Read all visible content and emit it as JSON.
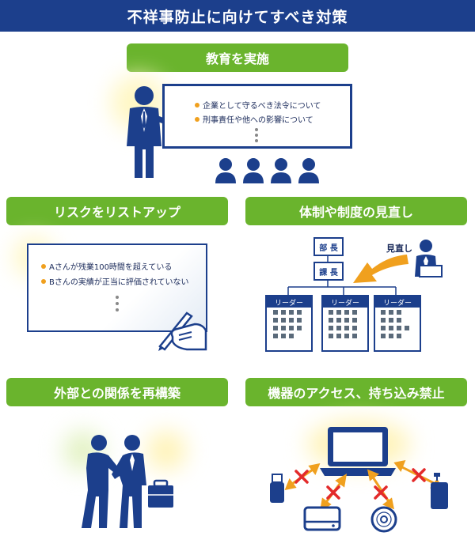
{
  "title": "不祥事防止に向けてすべき対策",
  "colors": {
    "navy": "#1c3f8c",
    "green": "#6ab42d",
    "orange": "#f0a01e",
    "red": "#e32a2a"
  },
  "sections": {
    "education": {
      "heading": "教育を実施",
      "items": [
        "企業として守るべき法令について",
        "刑事責任や他への影響について"
      ]
    },
    "risk": {
      "heading": "リスクをリストアップ",
      "items": [
        "Aさんが残業100時間を超えている",
        "Bさんの実績が正当に評価されていない"
      ]
    },
    "system": {
      "heading": "体制や制度の見直し",
      "manager": "部 長",
      "section_chief": "課 長",
      "leaders": [
        "リーダー",
        "リーダー",
        "リーダー"
      ],
      "review_label": "見直し"
    },
    "external": {
      "heading": "外部との関係を再構築"
    },
    "devices": {
      "heading": "機器のアクセス、持ち込み禁止"
    }
  }
}
